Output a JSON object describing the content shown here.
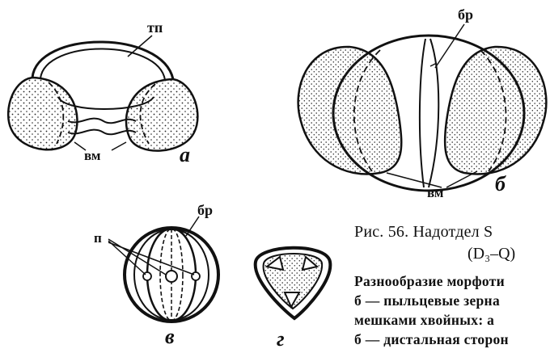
{
  "figure": {
    "a": {
      "label_tp": "тп",
      "label_vm": "вм",
      "letter": "а"
    },
    "b": {
      "label_br": "бр",
      "label_vm": "вм",
      "letter": "б"
    },
    "v": {
      "label_br": "бр",
      "label_p": "п",
      "letter": "в"
    },
    "g": {
      "letter": "г"
    }
  },
  "caption": {
    "title": "Рис. 56. Надотдел S",
    "formula": "(D₃–Q)",
    "line1": "Разнообразие морфоти",
    "line2": "б — пыльцевые зерна",
    "line3": "мешками хвойных: а",
    "line4": "б — дистальная сторон"
  }
}
